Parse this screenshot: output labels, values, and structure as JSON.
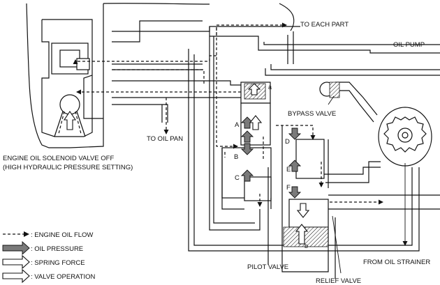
{
  "labels": {
    "to_each_part": "TO EACH PART",
    "oil_pump": "OIL PUMP",
    "bypass_valve": "BYPASS VALVE",
    "to_oil_pan": "TO OIL PAN",
    "solenoid_line1": "ENGINE OIL SOLENOID VALVE OFF",
    "solenoid_line2": "(HIGH HYDRAULIC PRESSURE SETTING)",
    "pilot_valve": "PILOT VALVE",
    "relief_valve": "RELIEF VALVE",
    "from_oil_strainer": "FROM OIL STRAINER"
  },
  "points": {
    "a": "a",
    "b": "b",
    "A": "A",
    "B": "B",
    "C": "C",
    "D": "D",
    "E": "E",
    "F": "F"
  },
  "legend": {
    "engine_oil_flow": ": ENGINE OIL FLOW",
    "oil_pressure": ": OIL PRESSURE",
    "spring_force": ": SPRING FORCE",
    "valve_operation": ": VALVE OPERATION"
  },
  "colors": {
    "ink": "#111111",
    "pressure_fill": "#7a7a7a",
    "background": "#ffffff"
  }
}
